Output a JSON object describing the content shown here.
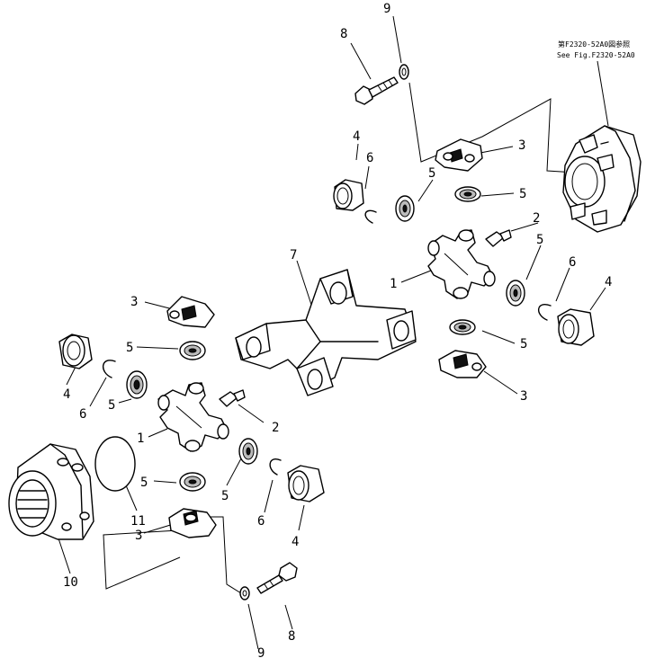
{
  "reference_note": {
    "line1": "第F2320-52A0図参照",
    "line2": "See Fig.F2320-52A0"
  },
  "callouts": {
    "n1_upper": "1",
    "n1_lower": "1",
    "n2_upper": "2",
    "n2_lower": "2",
    "n3_upper_right": "3",
    "n3_lower_right": "3",
    "n3_upper_left": "3",
    "n3_lower_left": "3",
    "n4_upper_right_top": "4",
    "n4_upper_right_bottom": "4",
    "n4_left": "4",
    "n4_lower": "4",
    "n5_a": "5",
    "n5_b": "5",
    "n5_c": "5",
    "n5_d": "5",
    "n5_e": "5",
    "n5_f": "5",
    "n5_g": "5",
    "n5_h": "5",
    "n6_upper": "6",
    "n6_right": "6",
    "n6_left": "6",
    "n6_lower": "6",
    "n7": "7",
    "n8_upper": "8",
    "n8_lower": "8",
    "n9_upper": "9",
    "n9_lower": "9",
    "n10": "10",
    "n11": "11"
  }
}
